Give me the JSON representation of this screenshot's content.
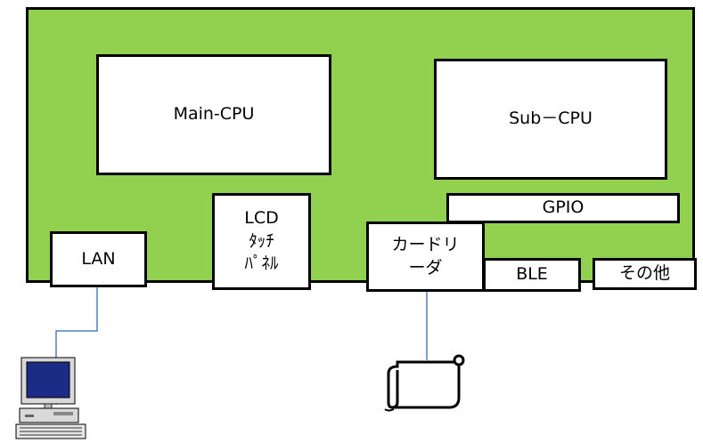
{
  "colors": {
    "board": "#92d050",
    "border": "#000000",
    "cable": "#4f81bd"
  },
  "blocks": {
    "main_cpu": "Main-CPU",
    "sub_cpu": "Sub－CPU",
    "gpio": "GPIO",
    "lan": "LAN",
    "lcd": "LCD\nﾀｯﾁ\nﾊﾟﾈﾙ",
    "card_reader": "カードリ\nーダ",
    "ble": "BLE",
    "other": "その他"
  },
  "icons": {
    "computer": "desktop-computer-icon",
    "card": "card-scroll-icon"
  }
}
